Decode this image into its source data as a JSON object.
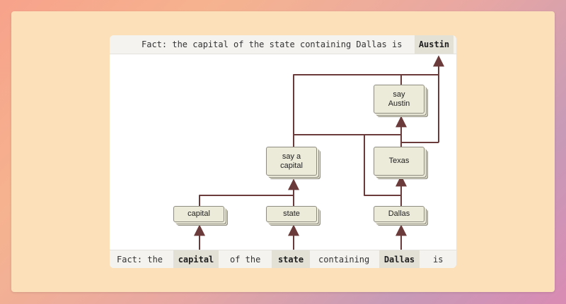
{
  "prompt_top": {
    "prefix": "Fact: the capital of the state containing Dallas is",
    "answer": "Austin"
  },
  "prompt_bottom": {
    "tokens": [
      "Fact: the",
      "capital",
      "of the",
      "state",
      "containing",
      "Dallas",
      "is"
    ],
    "highlighted": [
      "capital",
      "state",
      "Dallas"
    ]
  },
  "nodes": {
    "capital": "capital",
    "state": "state",
    "dallas": "Dallas",
    "say_a_capital": "say a\ncapital",
    "texas": "Texas",
    "say_austin": "say\nAustin"
  },
  "colors": {
    "background_card": "#fbe0b9",
    "node_fill": "#ecead9",
    "node_border": "#8e8c80",
    "edge": "#6b3a3a",
    "token_highlight": "#e3e1d6"
  }
}
